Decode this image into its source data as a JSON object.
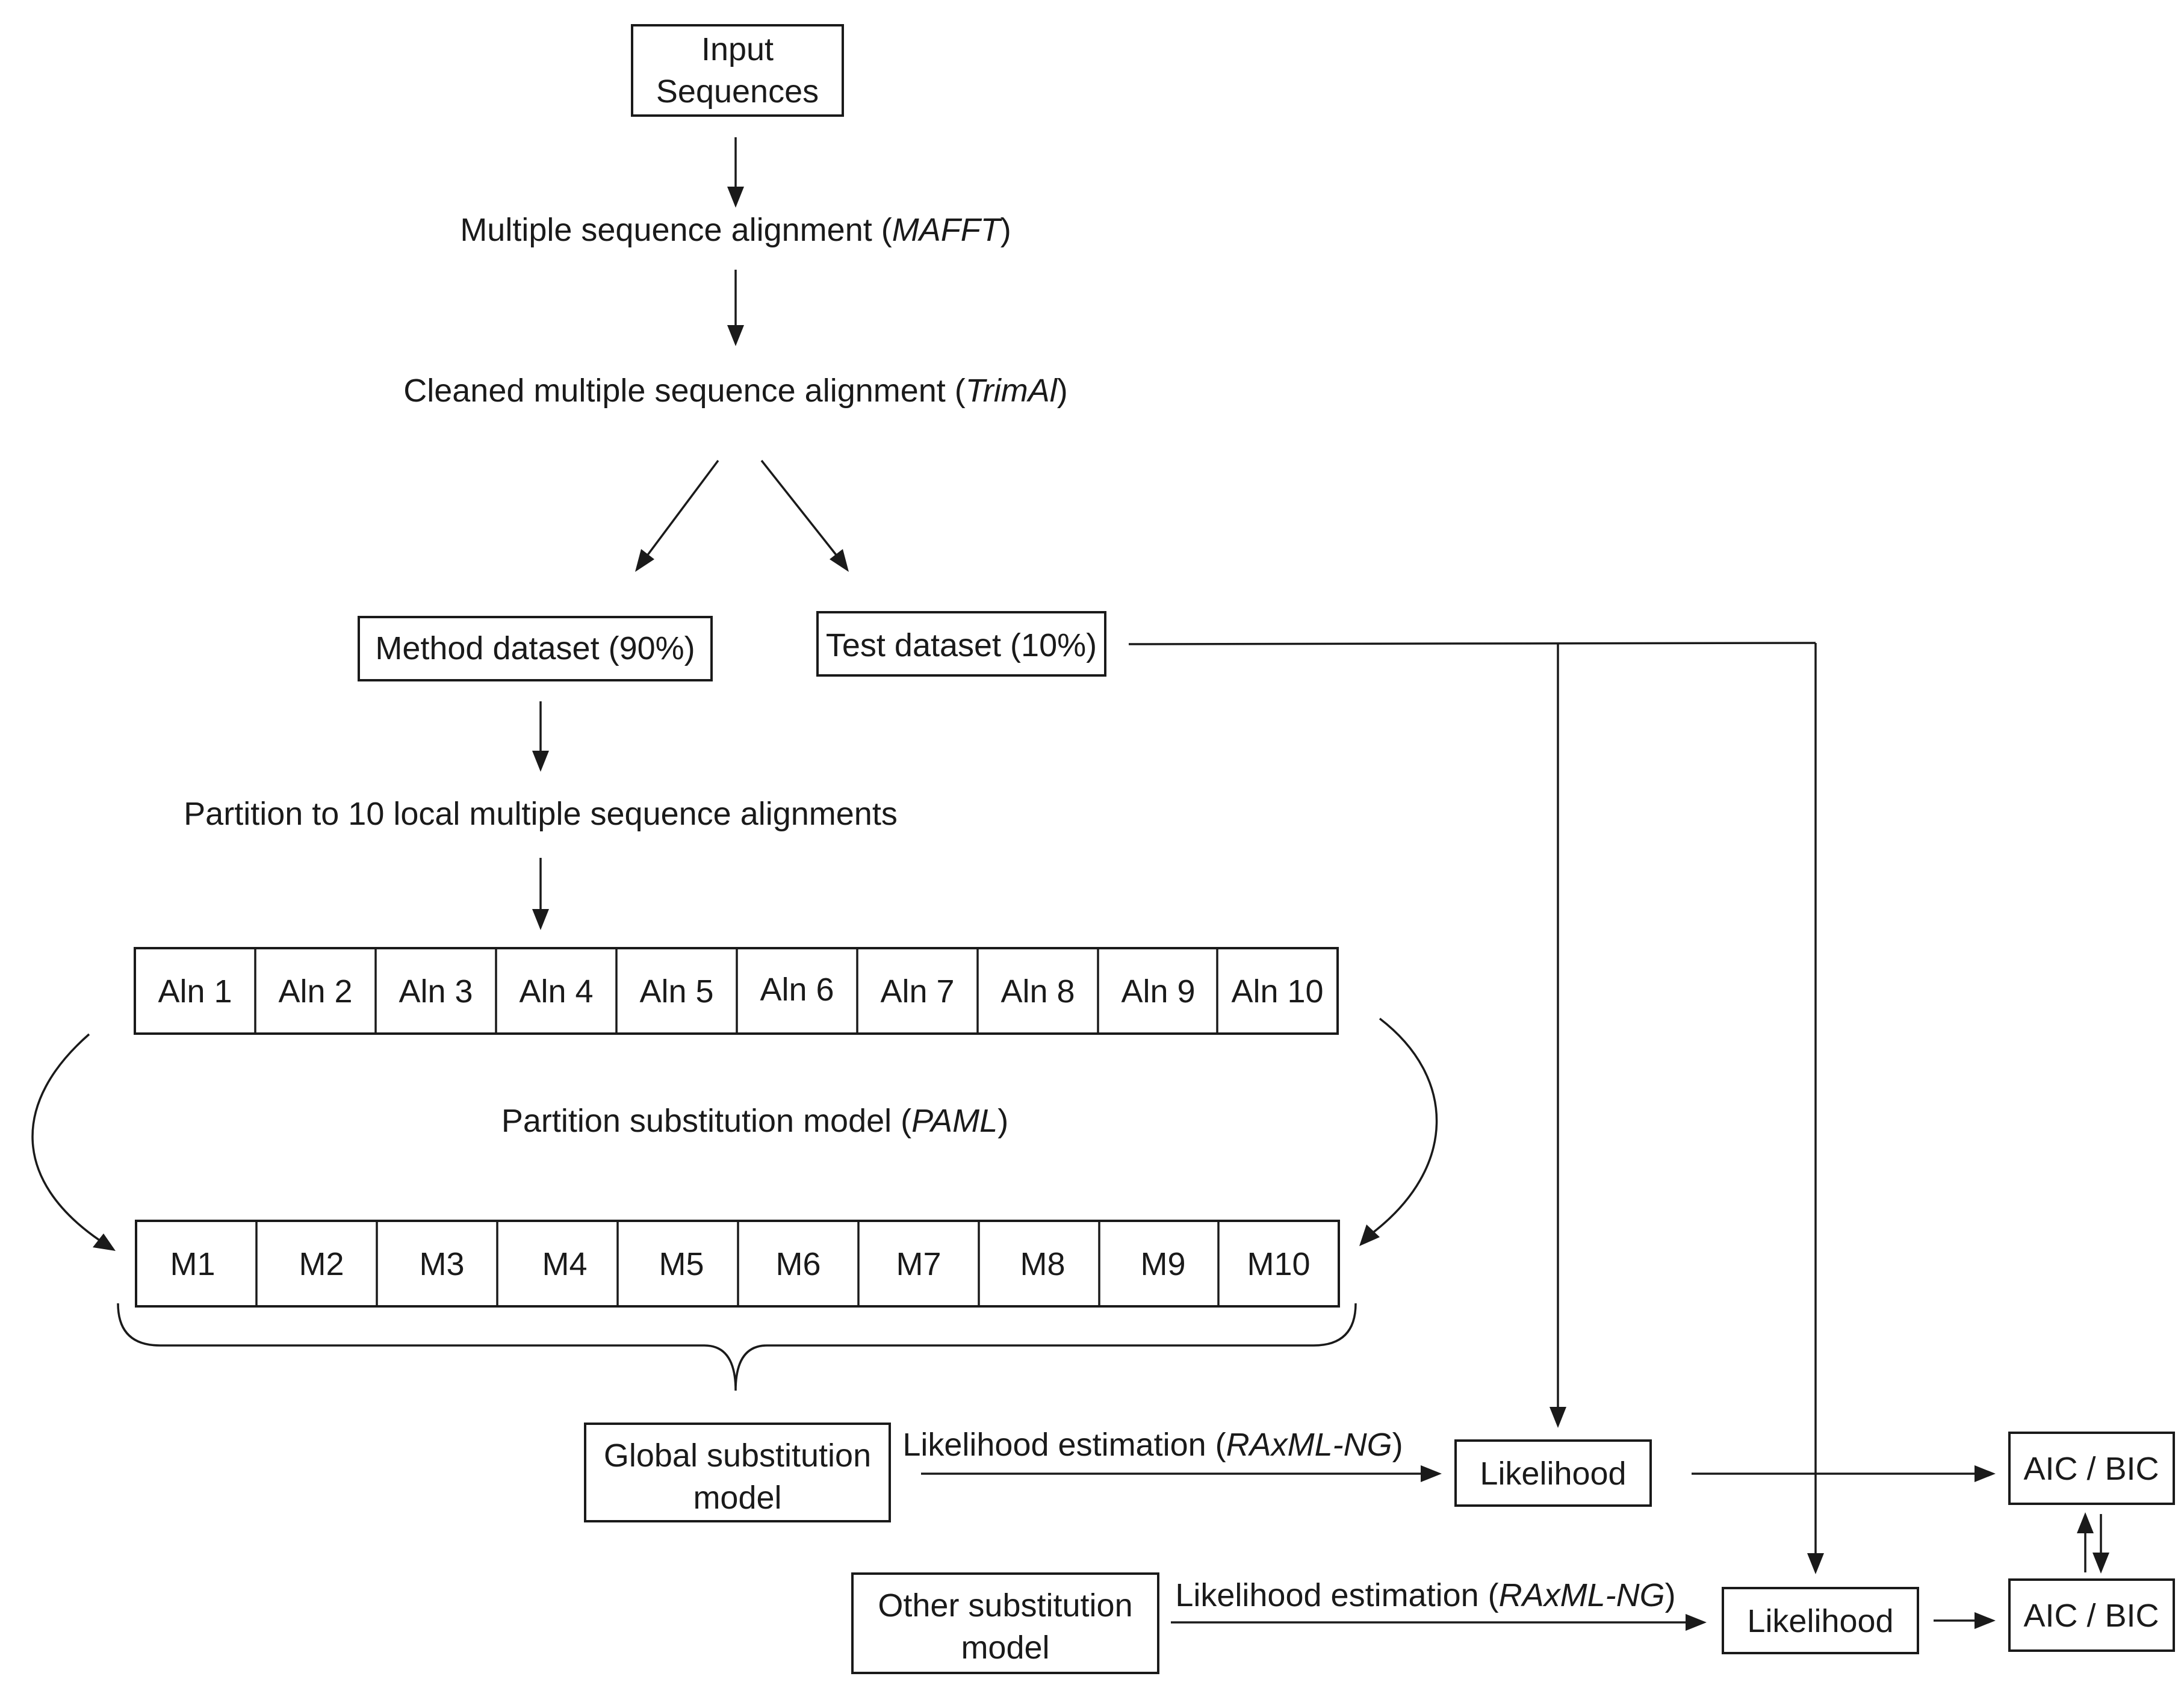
{
  "nodes": {
    "input": [
      "Input",
      "Sequences"
    ],
    "msa": {
      "text": "Multiple sequence alignment (",
      "tool": "MAFFT",
      "close": ")"
    },
    "cleaned": {
      "text": "Cleaned multiple sequence alignment (",
      "tool": "TrimAl",
      "close": ")"
    },
    "method": "Method dataset (90%)",
    "test": "Test dataset (10%)",
    "partition": "Partition to 10 local multiple sequence alignments",
    "alignments": [
      "Aln 1",
      "Aln 2",
      "Aln 3",
      "Aln 4",
      "Aln 5",
      "Aln 6",
      "Aln 7",
      "Aln 8",
      "Aln 9",
      "Aln 10"
    ],
    "partition_model": {
      "text": "Partition substitution model (",
      "tool": "PAML",
      "close": ")"
    },
    "models": [
      "M1",
      "M2",
      "M3",
      "M4",
      "M5",
      "M6",
      "M7",
      "M8",
      "M9",
      "M10"
    ],
    "global_model": [
      "Global substitution",
      "model"
    ],
    "other_model": [
      "Other substitution",
      "model"
    ],
    "likelihood_est": {
      "text": "Likelihood estimation (",
      "tool": "RAxML-NG",
      "close": ")"
    },
    "likelihood": "Likelihood",
    "aic_bic": "AIC / BIC"
  }
}
